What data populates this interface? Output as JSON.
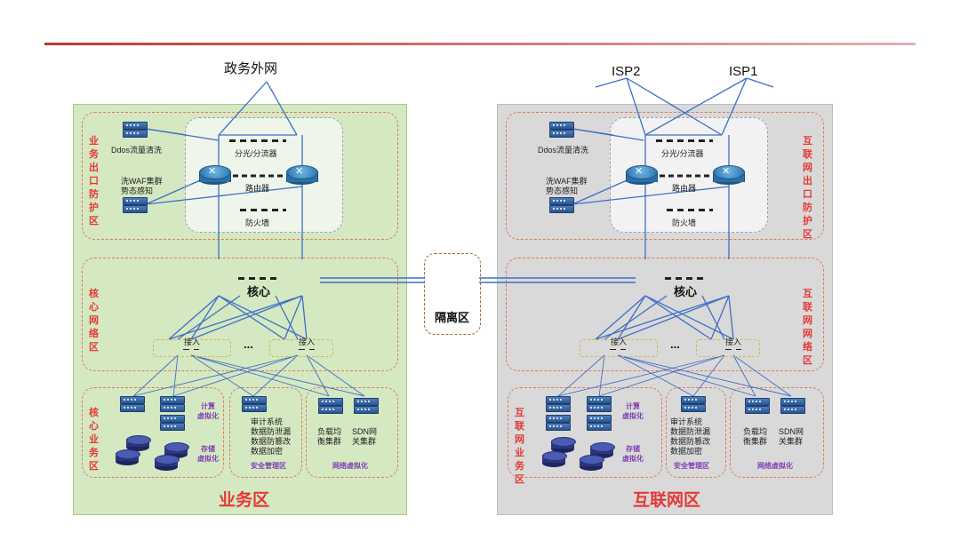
{
  "left": {
    "external": "政务外网",
    "egress_label": "业务出口防护区",
    "core_label": "核心网络区",
    "biz_label": "核心业务区",
    "ddos": "Ddos流量清洗",
    "waf1": "洗WAF集群",
    "waf2": "势态感知",
    "splitter": "分光/分流器",
    "router": "路由器",
    "firewall": "防火墙",
    "core": "核心",
    "access1": "接入",
    "access2": "接入",
    "ellipsis": "...",
    "compute": "计算\n虚拟化",
    "storage": "存储\n虚拟化",
    "security_items": "审计系统\n数据防泄漏\n数据防篡改\n数据加密",
    "security_title": "安全管理区",
    "lb": "负载均\n衡集群",
    "sdn": "SDN网\n关集群",
    "network_title": "网络虚拟化",
    "zone_title": "业务区"
  },
  "right": {
    "isp2": "ISP2",
    "isp1": "ISP1",
    "egress_label": "互联网出口防护区",
    "core_label": "互联网网络区",
    "biz_label": "互联网业务区",
    "ddos": "Ddos流量清洗",
    "waf1": "洗WAF集群",
    "waf2": "势态感知",
    "splitter": "分光/分流器",
    "router": "路由器",
    "firewall": "防火墙",
    "core": "核心",
    "access1": "接入",
    "access2": "接入",
    "ellipsis": "...",
    "compute": "计算\n虚拟化",
    "storage": "存储\n虚拟化",
    "security_items": "审计系统\n数据防泄漏\n数据防篡改\n数据加密",
    "security_title": "安全管理区",
    "lb": "负载均\n衡集群",
    "sdn": "SDN网\n关集群",
    "network_title": "网络虚拟化",
    "zone_title": "互联网区"
  },
  "isolation": "隔离区",
  "colors": {
    "accent_red": "#e53935",
    "link_blue": "#3f6fc6",
    "left_zone": "#d4e8c2",
    "right_zone": "#d9d9d9"
  }
}
